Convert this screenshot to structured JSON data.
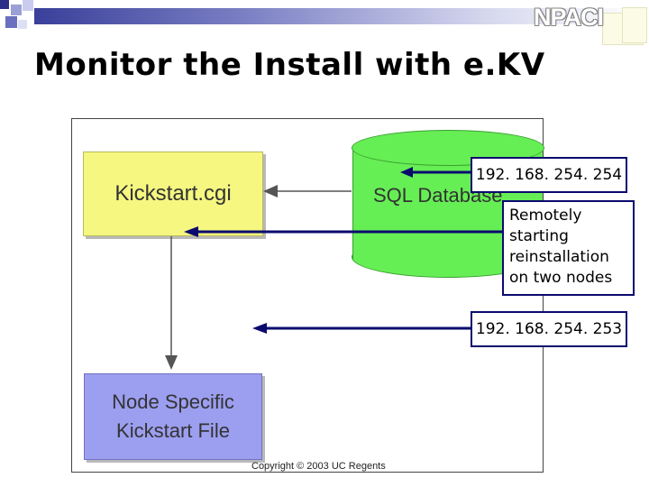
{
  "slide": {
    "logo_text": "NPACI",
    "title": "Monitor the Install with e.KV"
  },
  "diagram": {
    "kickstart_label": "Kickstart.cgi",
    "database_label": "SQL Database",
    "node_label_line1": "Node Specific",
    "node_label_line2": "Kickstart File",
    "copyright": "Copyright © 2003 UC Regents"
  },
  "callouts": {
    "ip_top": "192. 168. 254. 254",
    "note": "Remotely starting reinstallation on two nodes",
    "ip_bottom": "192. 168. 254. 253"
  },
  "colors": {
    "kickstart_fill": "#f5f780",
    "database_fill": "#66ee55",
    "node_fill": "#9c9ef0",
    "callout_border": "#0a0a6e",
    "header_bar": "#3a3f9a"
  }
}
